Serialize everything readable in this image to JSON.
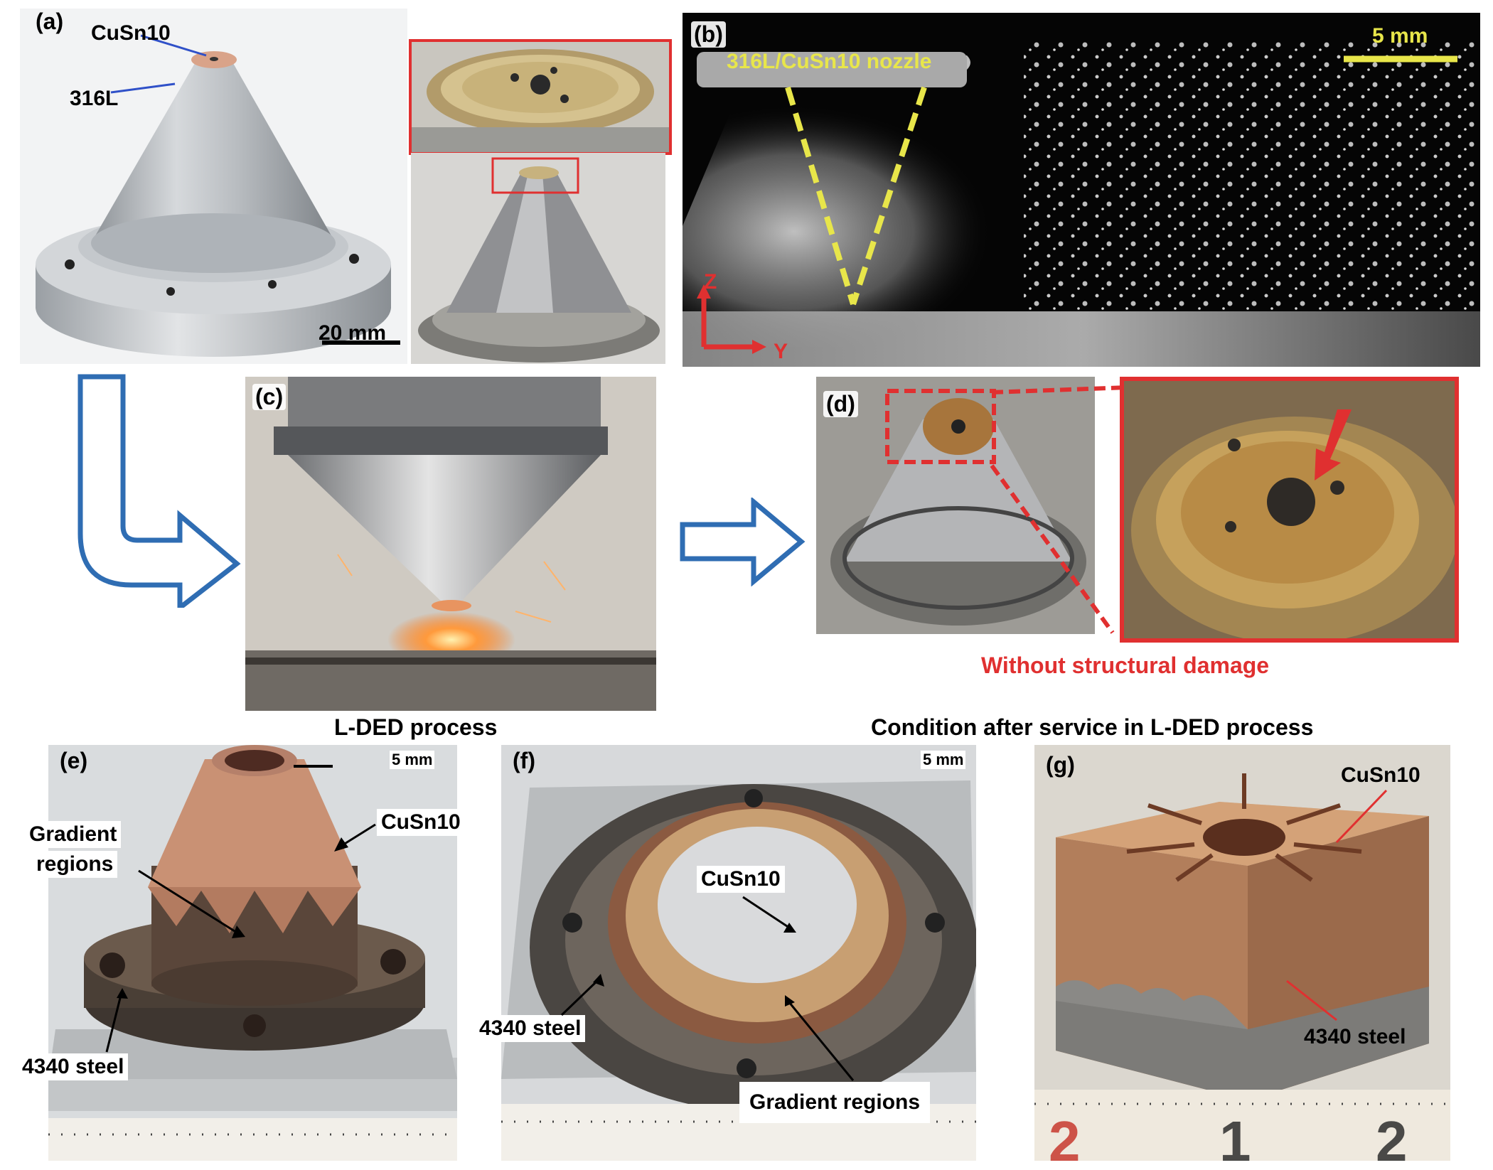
{
  "panels": {
    "a": {
      "letter": "(a)",
      "top_label": "CuSn10",
      "body_label": "316L",
      "scale": "20 mm"
    },
    "b": {
      "letter": "(b)",
      "nozzle_label": "316L/CuSn10 nozzle",
      "scale": "5 mm",
      "axis_z": "Z",
      "axis_y": "Y"
    },
    "c": {
      "letter": "(c)",
      "caption": "L-DED process"
    },
    "d": {
      "letter": "(d)",
      "note": "Without structural damage",
      "caption": "Condition after service in L-DED process"
    },
    "e": {
      "letter": "(e)",
      "scale": "5 mm",
      "label_top": "CuSn10",
      "label_gradient_line1": "Gradient",
      "label_gradient_line2": "regions",
      "label_base": "4340 steel"
    },
    "f": {
      "letter": "(f)",
      "scale": "5 mm",
      "label_top": "CuSn10",
      "label_gradient": "Gradient regions",
      "label_base": "4340 steel"
    },
    "g": {
      "letter": "(g)",
      "label_top": "CuSn10",
      "label_base": "4340 steel"
    }
  },
  "colors": {
    "arrow_blue": "#2f6db3",
    "highlight_red": "#e03030",
    "dashed_yellow": "#e8e64a",
    "copper": "#c98e6a",
    "steel": "#9aa0a6"
  }
}
